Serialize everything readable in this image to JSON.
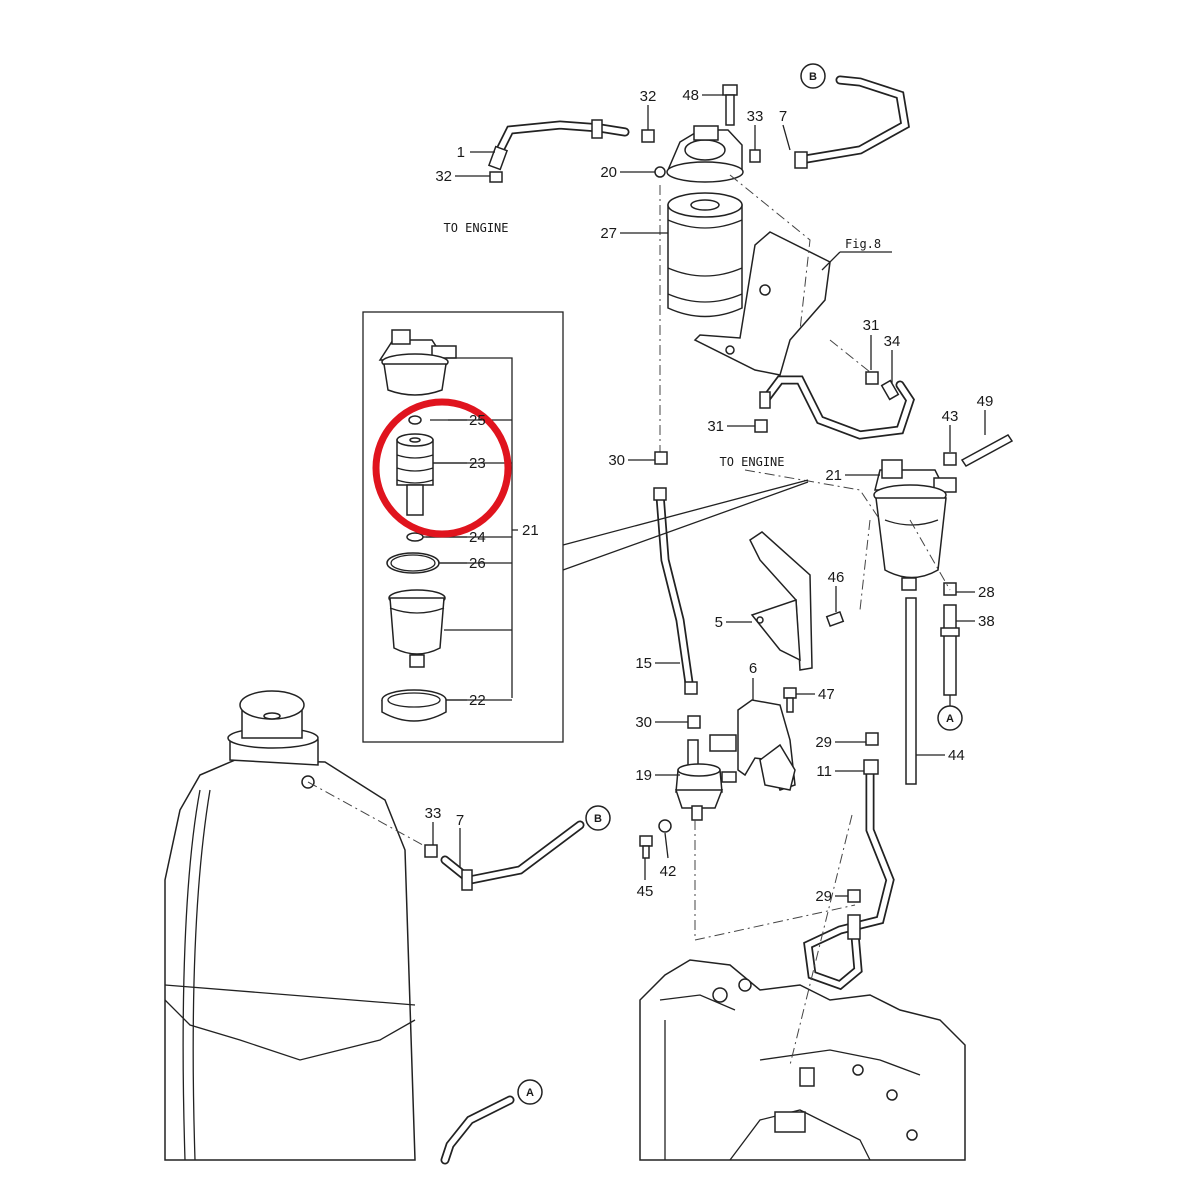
{
  "part_numbers": [
    "1",
    "5",
    "6",
    "7",
    "11",
    "15",
    "19",
    "20",
    "21",
    "22",
    "23",
    "24",
    "25",
    "26",
    "27",
    "28",
    "29",
    "30",
    "31",
    "32",
    "33",
    "34",
    "38",
    "42",
    "43",
    "44",
    "45",
    "46",
    "47",
    "48",
    "49"
  ],
  "connectors": {
    "a": "A",
    "b": "B"
  },
  "notes": {
    "to_engine": "TO ENGINE",
    "fig_ref": "Fig.8"
  },
  "highlight": {
    "part": "23",
    "color": "#e0141e"
  },
  "colors": {
    "line": "#222222",
    "background": "#ffffff"
  }
}
